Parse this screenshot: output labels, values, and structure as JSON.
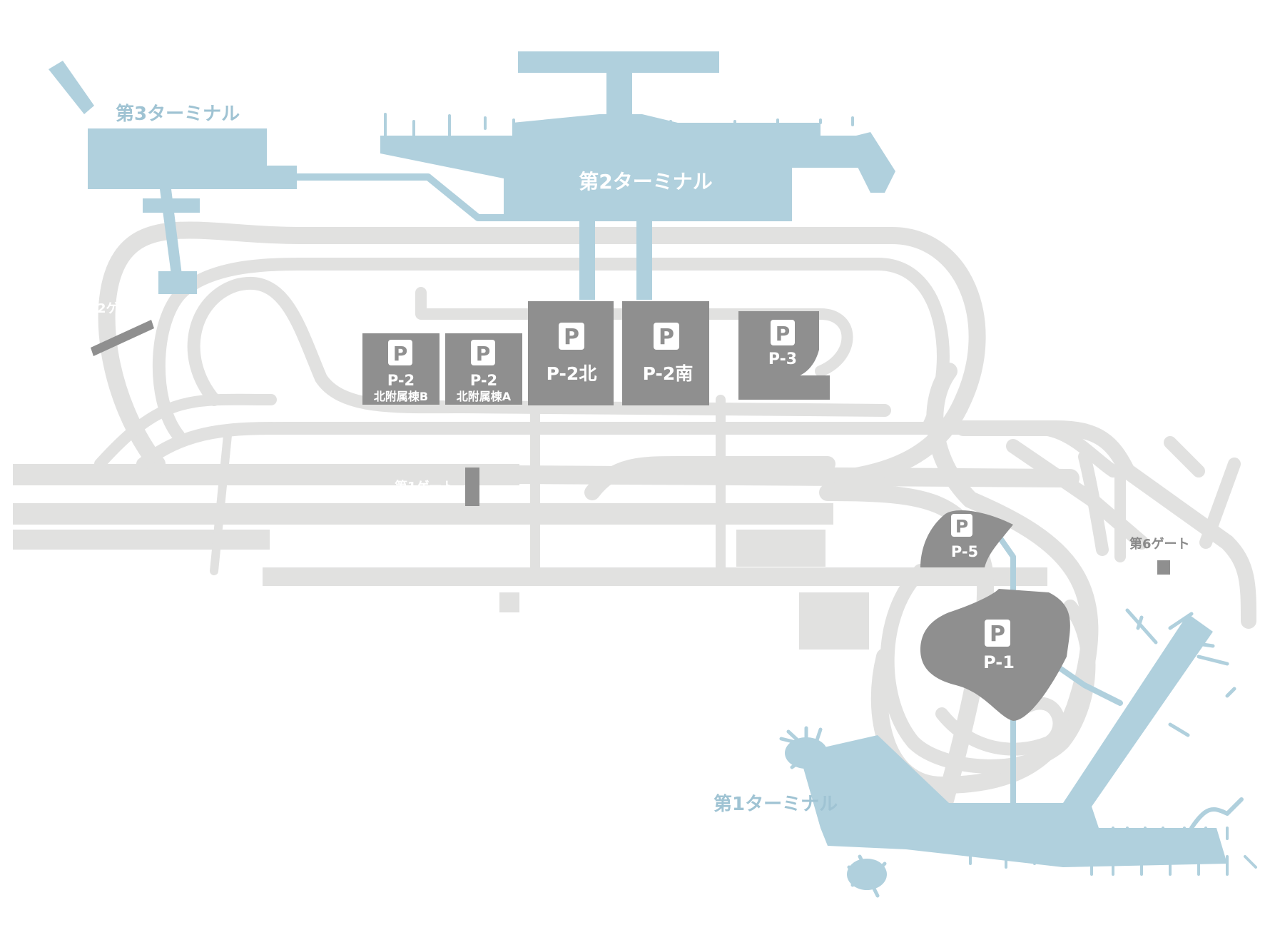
{
  "map": {
    "terminals": {
      "t1": "第1ターミナル",
      "t2": "第2ターミナル",
      "t3": "第3ターミナル"
    },
    "gates": {
      "g1": "第1ゲート",
      "g2": "第2ゲート",
      "g6": "第6ゲート"
    },
    "parking": {
      "p_symbol": "P",
      "p2b": {
        "name": "P-2",
        "sub": "北附属棟B"
      },
      "p2a": {
        "name": "P-2",
        "sub": "北附属棟A"
      },
      "p2n": {
        "name": "P-2北"
      },
      "p2s": {
        "name": "P-2南"
      },
      "p3": {
        "name": "P-3"
      },
      "p5": {
        "name": "P-5"
      },
      "p1": {
        "name": "P-1"
      }
    },
    "colors": {
      "road": "#e1e1e0",
      "terminal": "#b0d0dd",
      "parking": "#8f8f8f",
      "label_text": "#ffffff"
    }
  }
}
